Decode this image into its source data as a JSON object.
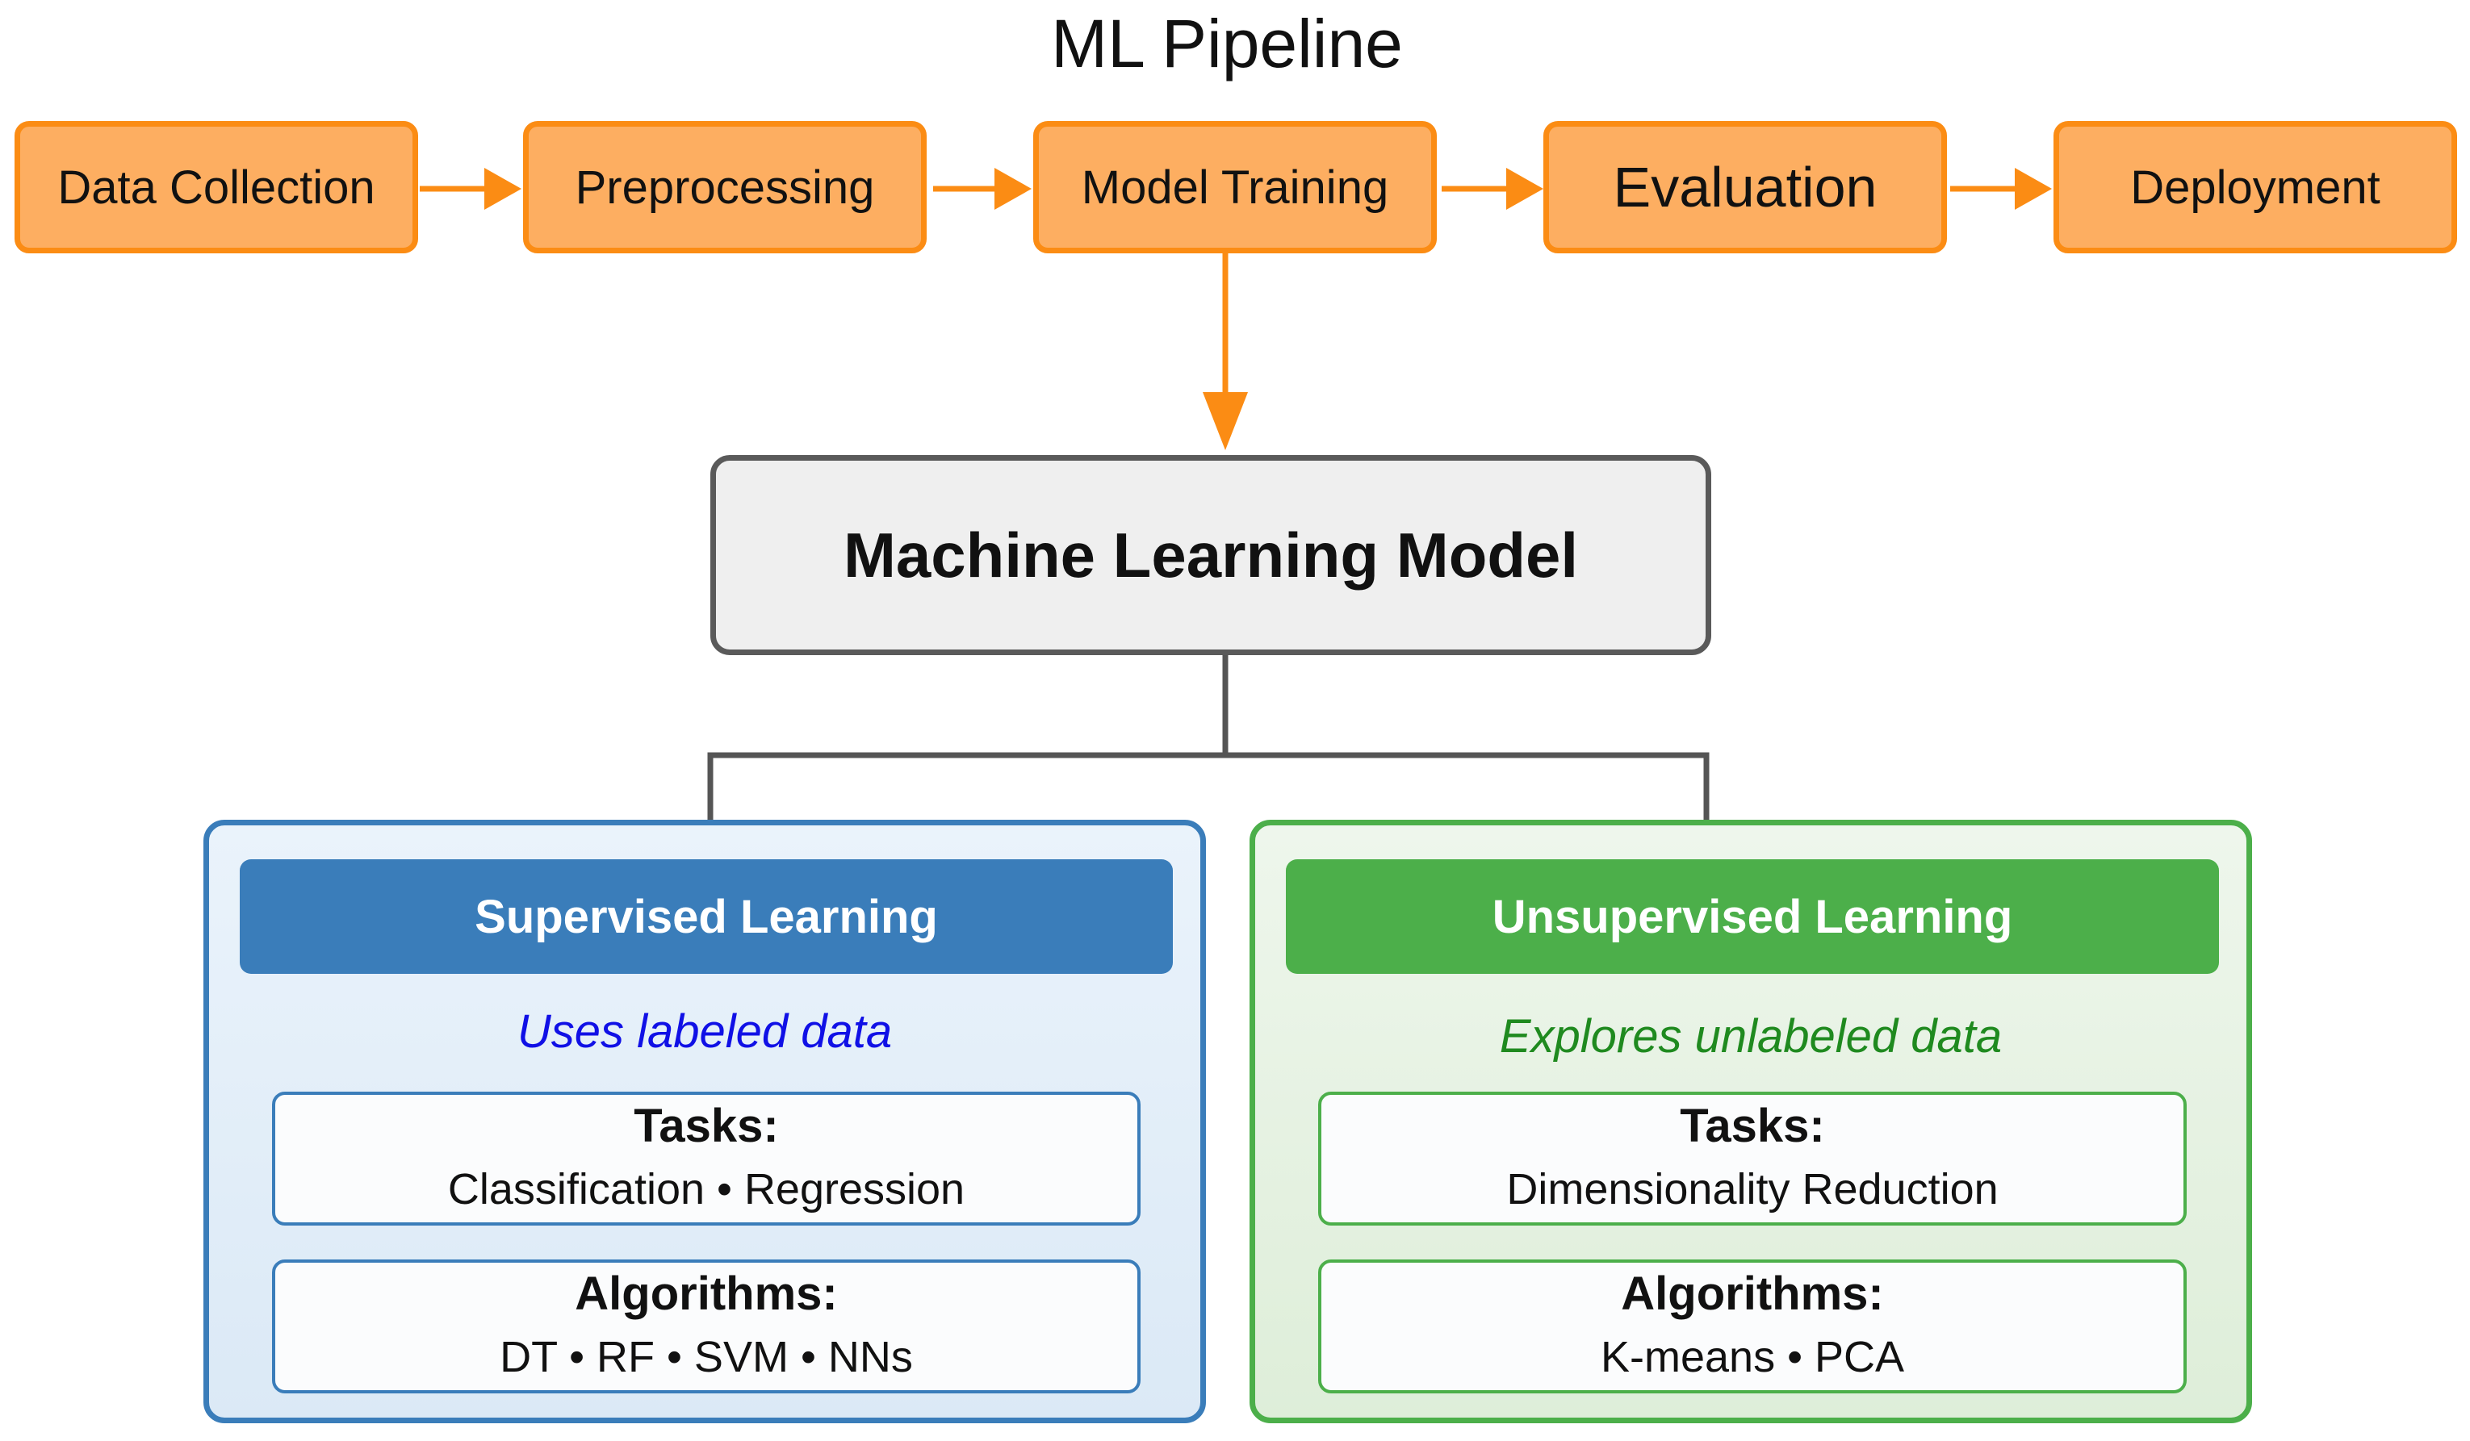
{
  "title": "ML Pipeline",
  "pipeline": {
    "steps": [
      "Data Collection",
      "Preprocessing",
      "Model Training",
      "Evaluation",
      "Deployment"
    ]
  },
  "hub": {
    "label": "Machine Learning Model"
  },
  "branches": [
    {
      "header": "Supervised Learning",
      "description": "Uses labeled data",
      "tasks_label": "Tasks:",
      "tasks": "Classification • Regression",
      "algorithms_label": "Algorithms:",
      "algorithms": "DT • RF • SVM • NNs"
    },
    {
      "header": "Unsupervised Learning",
      "description": "Explores unlabeled data",
      "tasks_label": "Tasks:",
      "tasks": "Dimensionality Reduction",
      "algorithms_label": "Algorithms:",
      "algorithms": "K-means • PCA"
    }
  ],
  "colors": {
    "step_fill": "#fdae61",
    "step_border": "#fb8c14",
    "arrow": "#fb8c14",
    "hub_fill": "#efefef",
    "hub_border": "#5a5a5a",
    "supervised": "#3a7dba",
    "unsupervised": "#4caf4a",
    "supervised_text": "#1010e6",
    "unsupervised_text": "#1f8a1f"
  }
}
